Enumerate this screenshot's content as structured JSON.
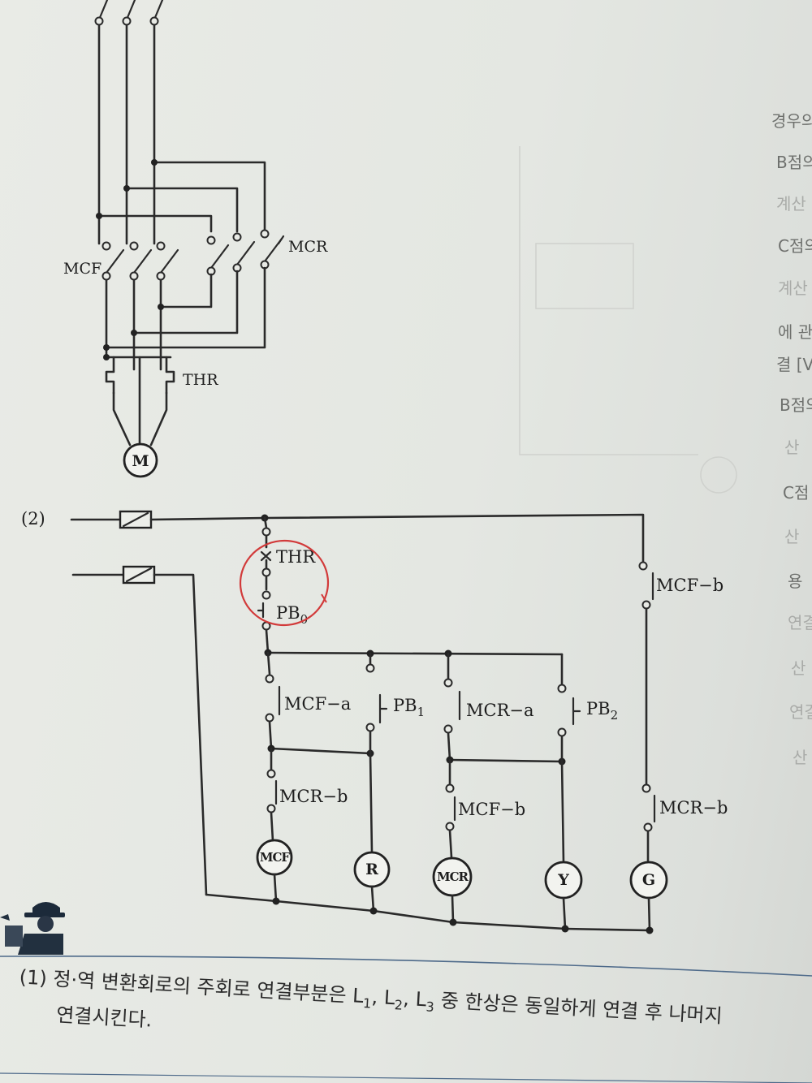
{
  "power_circuit": {
    "mcf_label": "MCF",
    "mcr_label": "MCR",
    "thr_label": "THR",
    "motor_label": "M"
  },
  "control_circuit": {
    "section_number": "(2)",
    "thr_label": "THR",
    "pb0_label": "PB",
    "pb0_sub": "0",
    "mcf_a_label": "MCF−a",
    "pb1_label": "PB",
    "pb1_sub": "1",
    "mcr_a_label": "MCR−a",
    "pb2_label": "PB",
    "pb2_sub": "2",
    "mcr_b_left_label": "MCR−b",
    "mcf_b_mid_label": "MCF−b",
    "mcf_b_right_label": "MCF−b",
    "mcr_b_right_label": "MCR−b",
    "coils": {
      "mcf": "MCF",
      "r": "R",
      "mcr": "MCR",
      "y": "Y",
      "g": "G"
    },
    "highlight_color": "#d23a3a"
  },
  "side_text": [
    "경우의",
    "B점의",
    "계산",
    "C점의",
    "계산",
    "에 관",
    "결 [V",
    "B점의",
    "산",
    "C점",
    "산",
    "용",
    "연결",
    "산",
    "연결",
    "산"
  ],
  "caption": {
    "line1": "(1) 정·역 변환회로의 주회로 연결부분은 L",
    "l1_sub": "1",
    "sep1": ", L",
    "l2_sub": "2",
    "sep2": ", L",
    "l3_sub": "3",
    "line1_tail": " 중 한상은 동일하게 연결 후 나머지",
    "line2": "연결시킨다."
  }
}
